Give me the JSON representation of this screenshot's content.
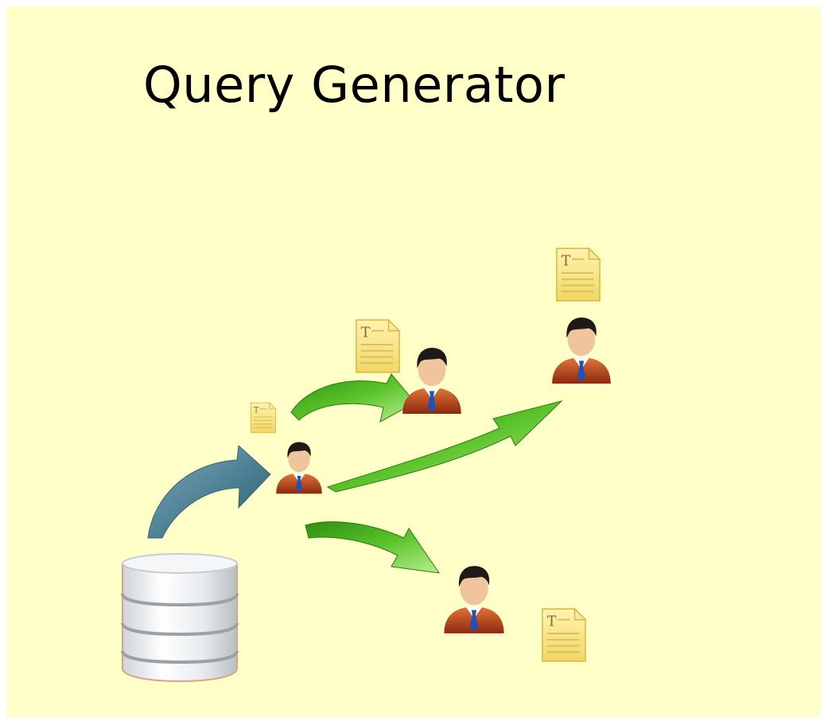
{
  "title": "Query Generator",
  "icons": {
    "database": "database-icon",
    "user": "user-icon",
    "document": "text-document-icon",
    "arrow_source": "blue-curved-arrow",
    "arrow_distribution": "green-curved-arrow"
  },
  "document_glyph": "T",
  "colors": {
    "background": "#ffffc8",
    "blue_arrow": "#4c7f93",
    "green_arrow": "#3fa81a",
    "document": "#f6e48a",
    "user_body": "#c9501f",
    "user_hair": "#1e1a18",
    "user_skin": "#f0c49c",
    "tie": "#1b53b8"
  }
}
